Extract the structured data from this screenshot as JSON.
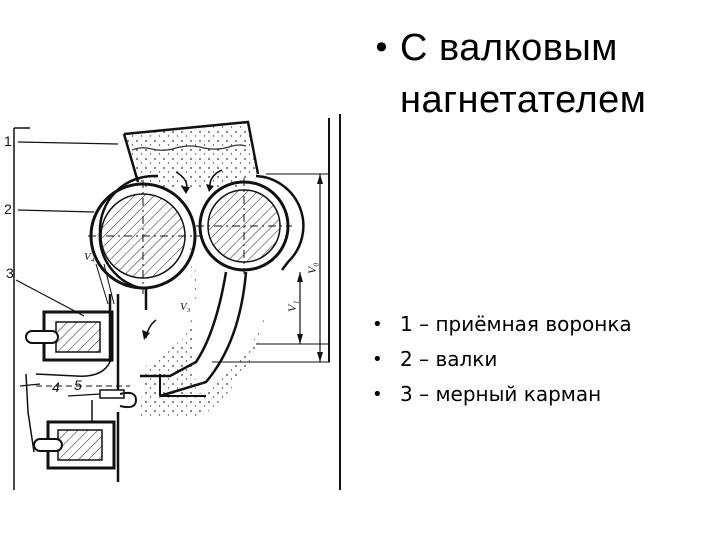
{
  "title": "С валковым нагнетателем",
  "legend": [
    {
      "text": "1 – приёмная воронка"
    },
    {
      "text": "2 – валки"
    },
    {
      "text": "3 – мерный карман"
    }
  ],
  "diagram": {
    "callouts": [
      "1",
      "2",
      "3",
      "4",
      "5"
    ],
    "dimension_labels": [
      "V₀",
      "V₁"
    ],
    "velocity_labels": [
      "V₄",
      "V₃"
    ]
  }
}
